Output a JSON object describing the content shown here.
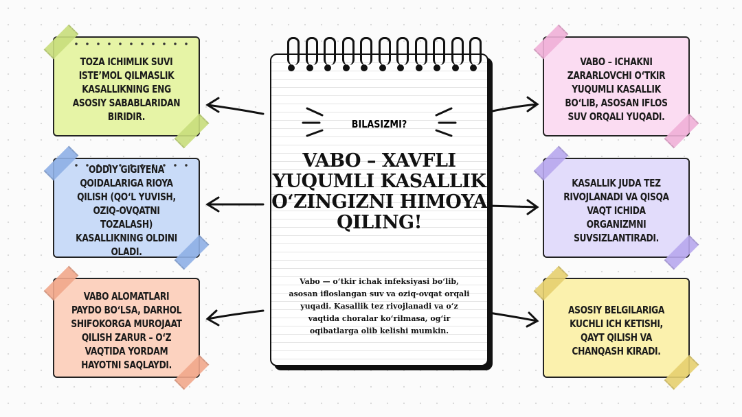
{
  "center": {
    "kicker": "BILASIZMI?",
    "title": "VABO – XAVFLI YUQUMLI KASALLIK O‘ZINGIZNI HIMOYA QILING!",
    "body": "Vabo — o‘tkir ichak infeksiyasi bo‘lib, asosan ifloslangan suv va oziq-ovqat orqali yuqadi. Kasallik tez rivojlanadi va o‘z vaqtida choralar ko‘rilmasa, og‘ir oqibatlarga olib kelishi mumkin."
  },
  "cards": [
    {
      "text": "TOZA ICHIMLIK SUVI ISTE’MOL QILMASLIK KASALLIKNING ENG ASOSIY SABABLARIDAN BIRIDIR.",
      "color": "#e6f4a6",
      "tape": "#c9de7c"
    },
    {
      "text": "ODDIY GIGIYENA QOIDALARIGA RIOYA QILISH (QO‘L YUVISH, OZIQ-OVQATNI TOZALASH) KASALLIKNING OLDINI OLADI.",
      "color": "#c9dbf8",
      "tape": "#8fb0e6"
    },
    {
      "text": "VABO ALOMATLARI PAYDO BO‘LSA, DARHOL SHIFOKORGA MUROJAAT QILISH ZARUR – O‘Z VAQTIDA YORDAM HAYOTNI SAQLAYDI.",
      "color": "#fcd2bf",
      "tape": "#f2a88c"
    },
    {
      "text": "VABO – ICHAKNI ZARARLOVCHI O‘TKIR YUQUMLI KASALLIK BO‘LIB, ASOSAN IFLOS SUV ORQALI YUQADI.",
      "color": "#fbdcf2",
      "tape": "#f0b0d8"
    },
    {
      "text": "KASALLIK JUDA TEZ RIVOJLANADI VA QISQA VAQT ICHIDA ORGANIZMNI SUVSIZLANTIRADI.",
      "color": "#e2dcfb",
      "tape": "#b8a8ee"
    },
    {
      "text": "ASOSIY BELGILARIGA KUCHLI ICH KETISHI, QAYT QILISH VA CHANQASH KIRADI.",
      "color": "#fbf1ad",
      "tape": "#e6d070"
    }
  ]
}
